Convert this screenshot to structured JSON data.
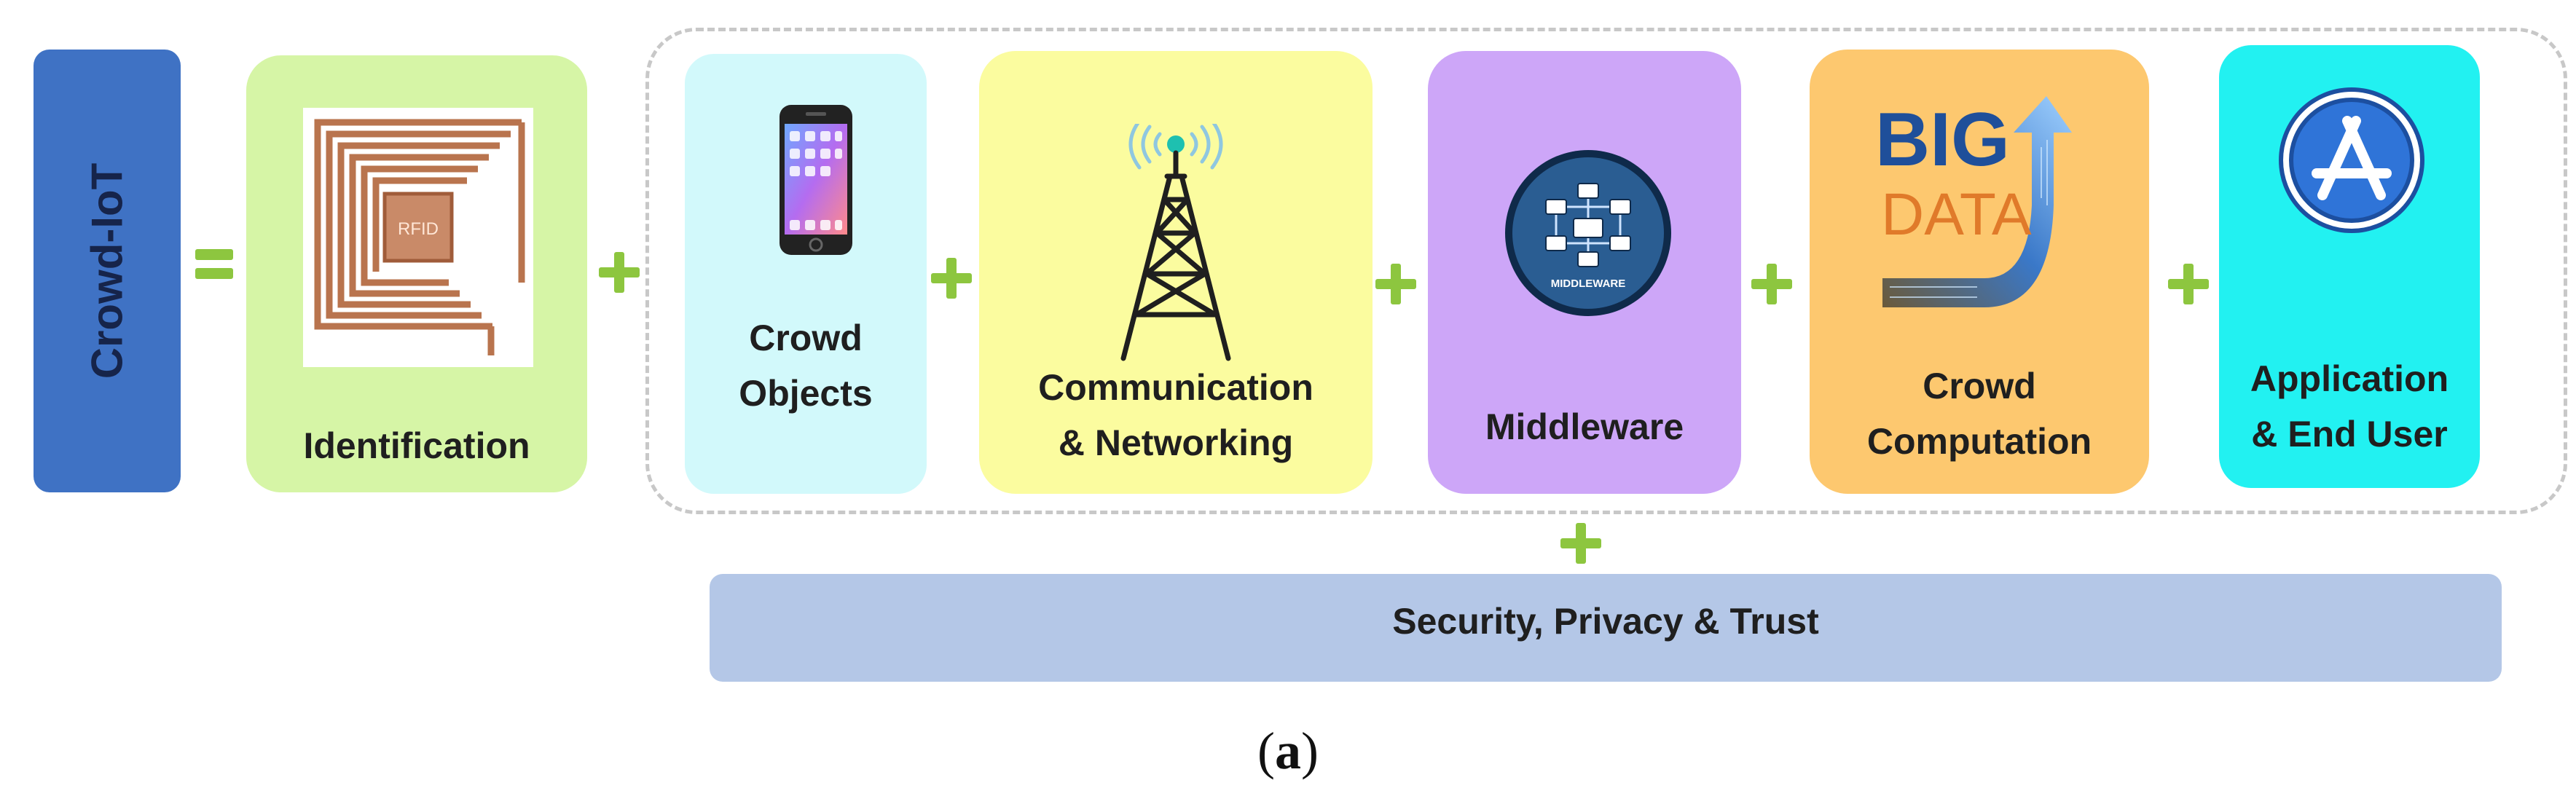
{
  "diagram": {
    "title": "Crowd-IoT",
    "equals_symbol": "=",
    "plus_symbol": "+",
    "components": [
      {
        "id": "identification",
        "label": "Identification",
        "icon": "rfid-tag-icon",
        "icon_text": "RFID",
        "color": "#d6f5a6"
      },
      {
        "id": "crowd-objects",
        "label": "Crowd\nObjects",
        "icon": "smartphone-icon",
        "color": "#d2f9fb"
      },
      {
        "id": "communication",
        "label": "Communication\n& Networking",
        "icon": "cell-tower-icon",
        "color": "#fbfc9f"
      },
      {
        "id": "middleware",
        "label": "Middleware",
        "icon": "middleware-icon",
        "icon_text": "MIDDLEWARE",
        "color": "#cda6f8"
      },
      {
        "id": "crowd-computation",
        "label": "Crowd\nComputation",
        "icon": "big-data-icon",
        "icon_text_1": "BIG",
        "icon_text_2": "DATA",
        "color": "#fdc86f"
      },
      {
        "id": "application",
        "label": "Application\n& End User",
        "icon": "app-store-icon",
        "color": "#22f1f1"
      }
    ],
    "security_label": "Security, Privacy & Trust",
    "caption_letter": "a",
    "colors": {
      "title_box": "#3f72c4",
      "plus": "#8dc63f",
      "security_bar": "#b4c7e7",
      "dashed_border": "#c8c8c8"
    }
  }
}
